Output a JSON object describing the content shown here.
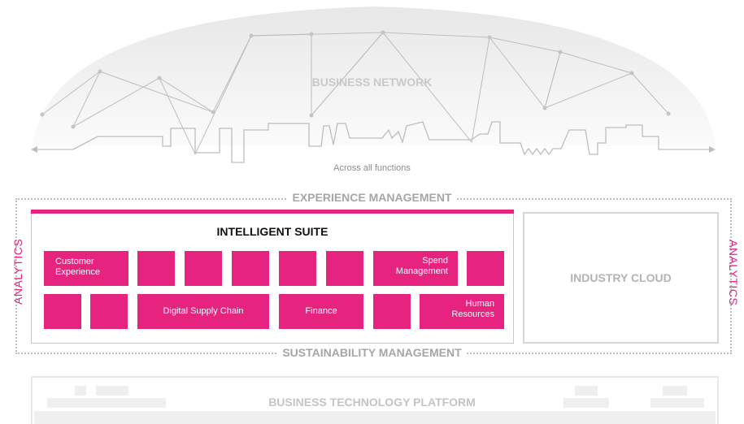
{
  "business_network": {
    "title": "BUSINESS NETWORK",
    "subtitle": "Across all functions"
  },
  "frame": {
    "top_label": "EXPERIENCE MANAGEMENT",
    "bottom_label": "SUSTAINABILITY MANAGEMENT",
    "side_label_left": "ANALYTICS",
    "side_label_right": "ANALYTICS"
  },
  "intelligent_suite": {
    "title": "INTELLIGENT SUITE",
    "tiles": {
      "customer_experience_line1": "Customer",
      "customer_experience_line2": "Experience",
      "spend_management_line1": "Spend",
      "spend_management_line2": "Management",
      "digital_supply_chain": "Digital Supply Chain",
      "finance": "Finance",
      "human_resources_line1": "Human",
      "human_resources_line2": "Resources"
    }
  },
  "industry_cloud": {
    "title": "INDUSTRY CLOUD"
  },
  "platform": {
    "title": "BUSINESS TECHNOLOGY PLATFORM"
  },
  "colors": {
    "accent": "#e6237e",
    "network_gray": "#bdbdbd",
    "label_gray": "#a6a6a6"
  }
}
